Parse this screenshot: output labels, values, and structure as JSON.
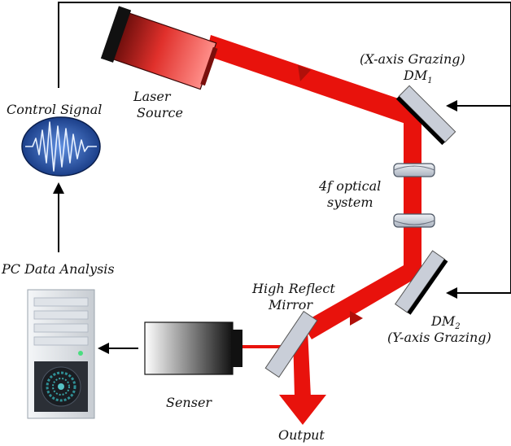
{
  "labels": {
    "laser_source_line1": "Laser",
    "laser_source_line2": "Source",
    "dm1_line1": "(X-axis Grazing)",
    "dm1_main": "DM",
    "dm1_sub": "1",
    "optical_line1": "4f optical",
    "optical_line2": "system",
    "control_signal": "Control Signal",
    "pc_data_analysis": "PC Data Analysis",
    "high_reflect_line1": "High Reflect",
    "high_reflect_line2": "Mirror",
    "dm2_main": "DM",
    "dm2_sub": "2",
    "dm2_line2": "(Y-axis Grazing)",
    "senser": "Senser",
    "output": "Output"
  },
  "colors": {
    "beam": "#e8120c",
    "wire": "#000000",
    "mirror_glass": "#c9ced8",
    "laser_body": "#c0211d",
    "signal_blue": "#1f4fa8"
  }
}
